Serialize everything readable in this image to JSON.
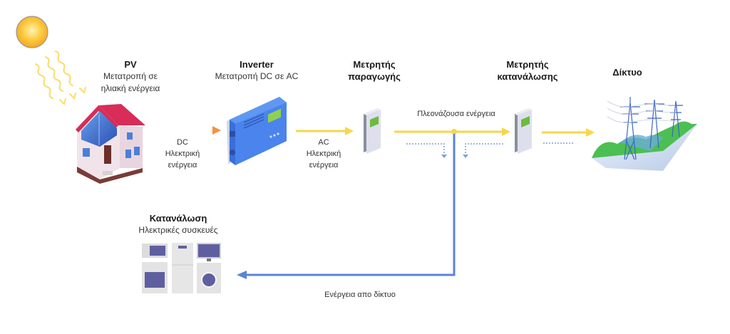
{
  "nodes": {
    "pv": {
      "title": "PV",
      "subtitle_line1": "Μετατροπή σε",
      "subtitle_line2": "ηλιακή ενέργεια"
    },
    "inverter": {
      "title": "Inverter",
      "subtitle": "Μετατροπή DC σε AC"
    },
    "production_meter": {
      "title_line1": "Μετρητής",
      "title_line2": "παραγωγής"
    },
    "consumption_meter": {
      "title_line1": "Μετρητής",
      "title_line2": "κατανάλωσης"
    },
    "grid": {
      "title": "Δίκτυο"
    },
    "consumption": {
      "title": "Κατανάλωση",
      "subtitle": "Ηλεκτρικές συσκευές"
    }
  },
  "flows": {
    "dc": {
      "line1": "DC",
      "line2": "Ηλεκτρική",
      "line3": "ενέργεια",
      "color": "#f0502e"
    },
    "ac": {
      "line1": "AC",
      "line2": "Ηλεκτρική",
      "line3": "ενέργεια",
      "color": "#f7d64a"
    },
    "surplus": {
      "label": "Πλεονάζουσα ενέργεια",
      "color": "#f7d64a"
    },
    "from_grid": {
      "label": "Ενέργεια απο δίκτυο",
      "color": "#5b84d6"
    }
  },
  "colors": {
    "sun": "#fbbf24",
    "inverter_blue": "#3a6fd8",
    "meter_body": "#d9dce8",
    "meter_screen": "#6dbb3f",
    "roof": "#d72d58",
    "grid_green": "#4cbf52"
  }
}
